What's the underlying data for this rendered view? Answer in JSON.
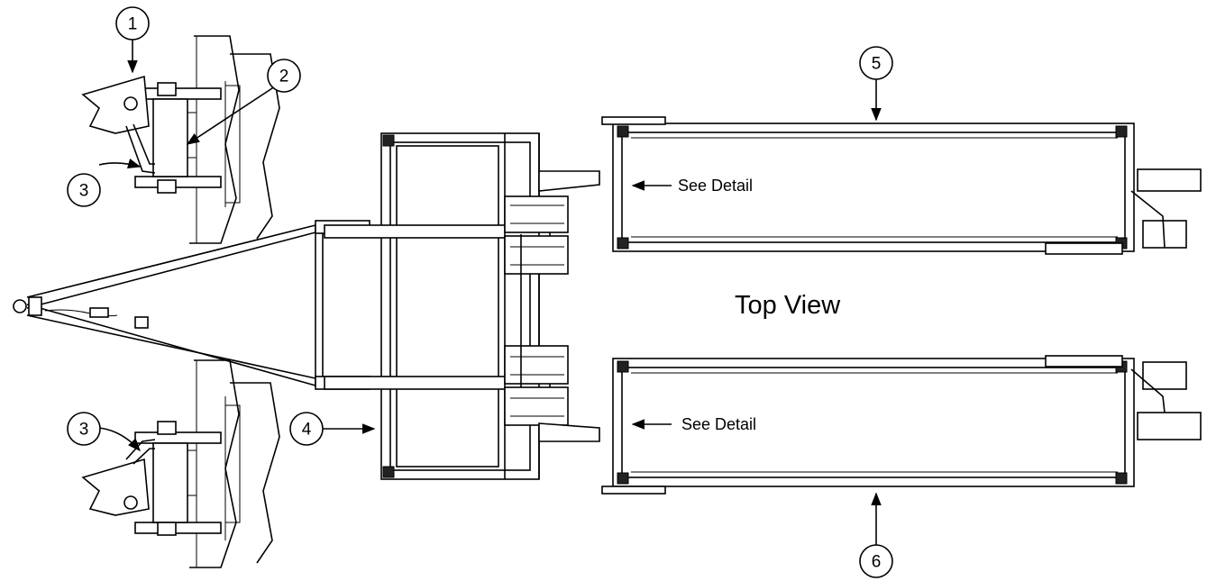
{
  "diagram": {
    "view_title": "Top View",
    "detail_label_upper": "See Detail",
    "detail_label_lower": "See Detail",
    "callouts": [
      {
        "id": "callout-1",
        "num": "1"
      },
      {
        "id": "callout-2",
        "num": "2"
      },
      {
        "id": "callout-3-upper",
        "num": "3"
      },
      {
        "id": "callout-3-lower",
        "num": "3"
      },
      {
        "id": "callout-4",
        "num": "4"
      },
      {
        "id": "callout-5",
        "num": "5"
      },
      {
        "id": "callout-6",
        "num": "6"
      }
    ]
  },
  "colors": {
    "line": "#000000",
    "background": "#ffffff"
  }
}
